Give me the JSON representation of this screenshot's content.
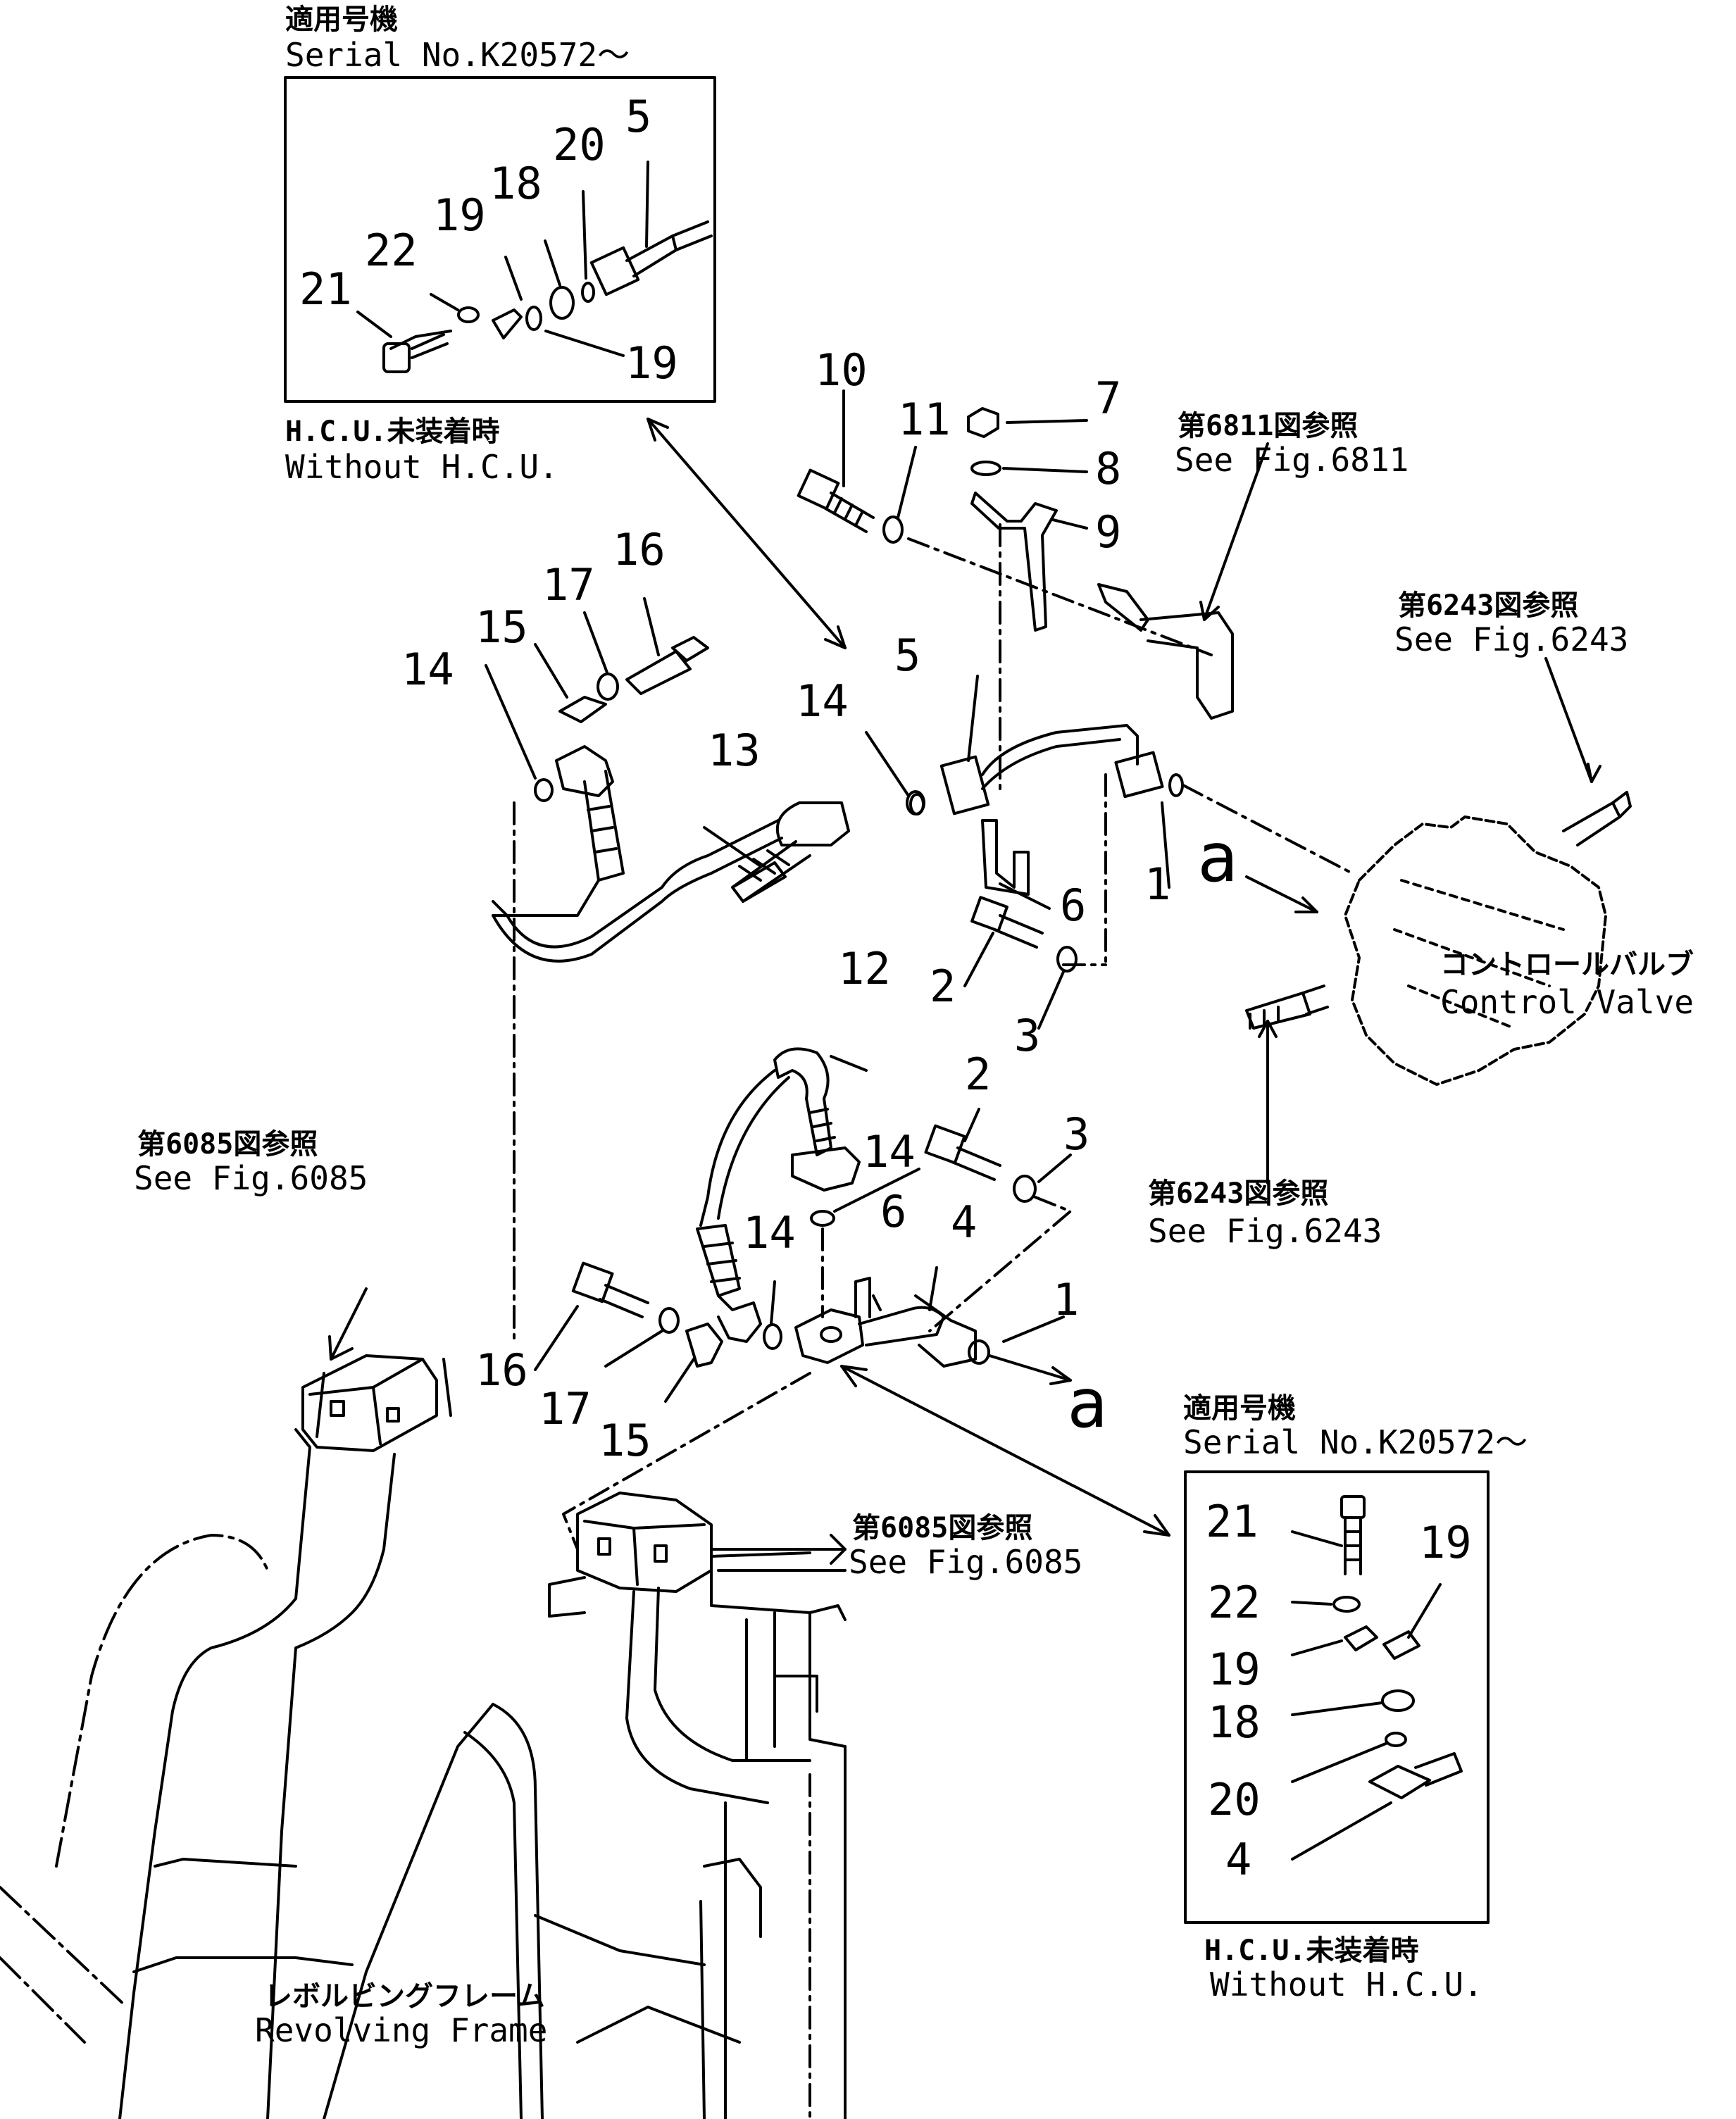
{
  "labels": {
    "applicable_ja": "適用号機",
    "serial": "Serial No.K20572～",
    "without_hcu_ja": "H.C.U.未装着時",
    "without_hcu": "Without H.C.U.",
    "control_valve_ja": "コントロールバルブ",
    "control_valve": "Control Valve",
    "revolving_frame_ja": "レボルビングフレーム",
    "revolving_frame": "Revolving Frame"
  },
  "refs": {
    "fig6811_ja": "第6811図参照",
    "fig6811": "See Fig.6811",
    "fig6243_ja": "第6243図参照",
    "fig6243": "See Fig.6243",
    "fig6085_ja": "第6085図参照",
    "fig6085": "See Fig.6085"
  },
  "inset_top": {
    "n5": "5",
    "n20": "20",
    "n18": "18",
    "n19a": "19",
    "n22": "22",
    "n21": "21",
    "n19b": "19"
  },
  "inset_bottom": {
    "n21": "21",
    "n19a": "19",
    "n22": "22",
    "n19b": "19",
    "n18": "18",
    "n20": "20",
    "n4": "4"
  },
  "main": {
    "n10": "10",
    "n11": "11",
    "n7": "7",
    "n8": "8",
    "n9": "9",
    "n16": "16",
    "n17": "17",
    "n15": "15",
    "n14a": "14",
    "n14b": "14",
    "n14c": "14",
    "n14d": "14",
    "n5": "5",
    "n13": "13",
    "n6a": "6",
    "n6b": "6",
    "n1a": "1",
    "n1b": "1",
    "n2a": "2",
    "n2b": "2",
    "n3a": "3",
    "n3b": "3",
    "n12": "12",
    "n4": "4",
    "callout_a": "a"
  }
}
